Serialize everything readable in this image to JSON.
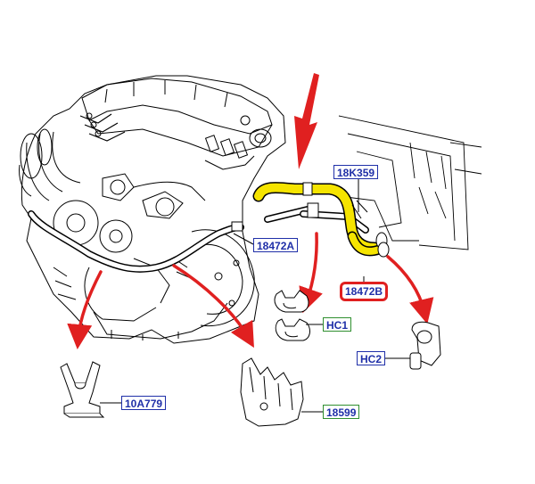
{
  "labels": {
    "part_18K359": "18K359",
    "part_18472A": "18472A",
    "part_18472B": "18472B",
    "part_HC1": "HC1",
    "part_HC2": "HC2",
    "part_10A779": "10A779",
    "part_18599": "18599"
  },
  "colors": {
    "highlight_hose": "#f5e400",
    "arrow": "#e02020",
    "label_text": "#1f2fa8",
    "label_border_blue": "#1f2fa8",
    "label_border_green": "#2f8f2f",
    "label_border_red": "#e02020",
    "line_art": "#000000"
  }
}
